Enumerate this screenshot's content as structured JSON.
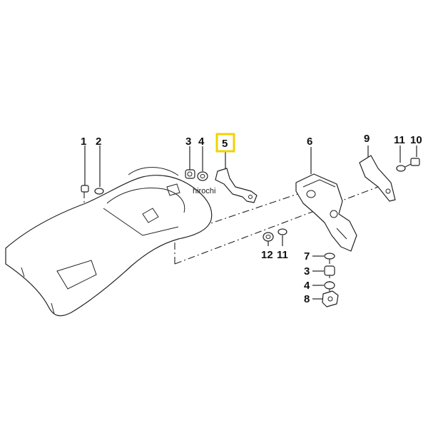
{
  "watermark": "hirochi",
  "highlighted_part": "5",
  "colors": {
    "highlight": "#f2d200",
    "line": "#222222",
    "background": "#ffffff"
  },
  "callouts": [
    {
      "id": "c1",
      "label": "1"
    },
    {
      "id": "c2",
      "label": "2"
    },
    {
      "id": "c3a",
      "label": "3"
    },
    {
      "id": "c4a",
      "label": "4"
    },
    {
      "id": "c5",
      "label": "5"
    },
    {
      "id": "c6",
      "label": "6"
    },
    {
      "id": "c9",
      "label": "9"
    },
    {
      "id": "c11a",
      "label": "11"
    },
    {
      "id": "c10",
      "label": "10"
    },
    {
      "id": "c12",
      "label": "12"
    },
    {
      "id": "c11b",
      "label": "11"
    },
    {
      "id": "c7",
      "label": "7"
    },
    {
      "id": "c3b",
      "label": "3"
    },
    {
      "id": "c4b",
      "label": "4"
    },
    {
      "id": "c8",
      "label": "8"
    }
  ]
}
